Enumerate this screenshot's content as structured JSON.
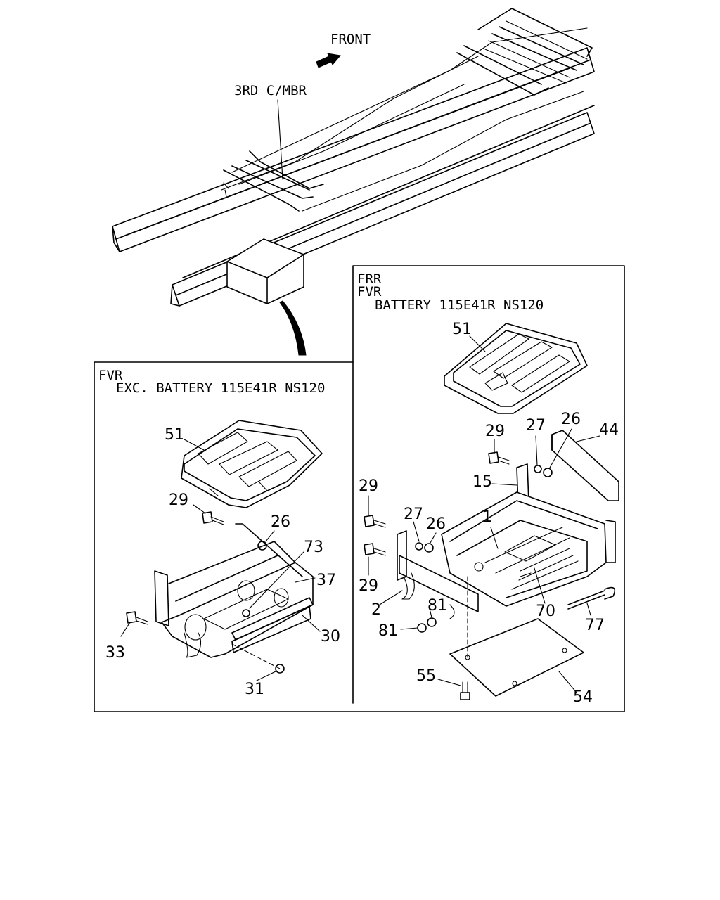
{
  "header": {
    "front_label": "FRONT",
    "crossmember_label": "3RD C/MBR"
  },
  "panel_left": {
    "line1": "FVR",
    "line2": "EXC. BATTERY 115E41R NS120",
    "callouts": [
      "51",
      "29",
      "26",
      "73",
      "37",
      "33",
      "30",
      "31"
    ]
  },
  "panel_right": {
    "line1": "FRR",
    "line2": "FVR",
    "line3": "BATTERY 115E41R NS120",
    "callouts": [
      "51",
      "29",
      "27",
      "26",
      "44",
      "15",
      "29",
      "27",
      "26",
      "1",
      "29",
      "2",
      "81",
      "70",
      "77",
      "81",
      "55",
      "54"
    ]
  },
  "icons": {
    "front_arrow": "front-arrow-icon"
  }
}
